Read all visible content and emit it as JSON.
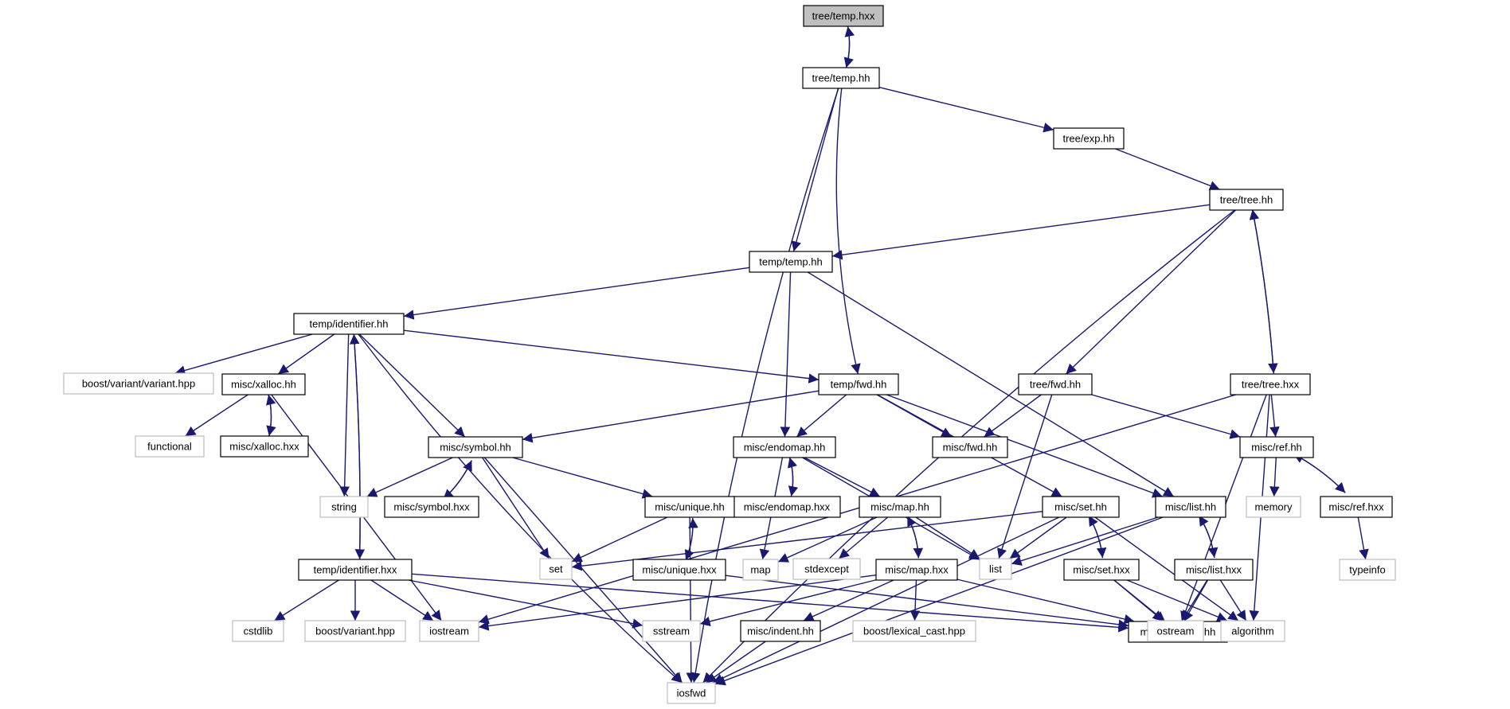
{
  "diagram": {
    "colors": {
      "edge": "#191970",
      "documented_border": "#000000",
      "system_border": "#bfbfbf",
      "root_fill": "#bfbfbf",
      "background": "#ffffff"
    },
    "nodes": [
      {
        "id": "tree_temp_hxx",
        "label": "tree/temp.hxx",
        "kind": "root"
      },
      {
        "id": "tree_temp_hh",
        "label": "tree/temp.hh",
        "kind": "doc"
      },
      {
        "id": "tree_exp_hh",
        "label": "tree/exp.hh",
        "kind": "doc"
      },
      {
        "id": "tree_tree_hh",
        "label": "tree/tree.hh",
        "kind": "doc"
      },
      {
        "id": "temp_temp_hh",
        "label": "temp/temp.hh",
        "kind": "doc"
      },
      {
        "id": "temp_identifier_hh",
        "label": "temp/identifier.hh",
        "kind": "doc"
      },
      {
        "id": "boost_variant_variant_hpp",
        "label": "boost/variant/variant.hpp",
        "kind": "sys"
      },
      {
        "id": "misc_xalloc_hh",
        "label": "misc/xalloc.hh",
        "kind": "doc"
      },
      {
        "id": "temp_fwd_hh",
        "label": "temp/fwd.hh",
        "kind": "doc"
      },
      {
        "id": "tree_fwd_hh",
        "label": "tree/fwd.hh",
        "kind": "doc"
      },
      {
        "id": "tree_tree_hxx",
        "label": "tree/tree.hxx",
        "kind": "doc"
      },
      {
        "id": "functional",
        "label": "functional",
        "kind": "sys"
      },
      {
        "id": "misc_xalloc_hxx",
        "label": "misc/xalloc.hxx",
        "kind": "doc"
      },
      {
        "id": "misc_symbol_hh",
        "label": "misc/symbol.hh",
        "kind": "doc"
      },
      {
        "id": "misc_endomap_hh",
        "label": "misc/endomap.hh",
        "kind": "doc"
      },
      {
        "id": "misc_fwd_hh",
        "label": "misc/fwd.hh",
        "kind": "doc"
      },
      {
        "id": "misc_ref_hh",
        "label": "misc/ref.hh",
        "kind": "doc"
      },
      {
        "id": "string",
        "label": "string",
        "kind": "sys"
      },
      {
        "id": "misc_symbol_hxx",
        "label": "misc/symbol.hxx",
        "kind": "doc"
      },
      {
        "id": "misc_endomap_hxx",
        "label": "misc/endomap.hxx",
        "kind": "doc"
      },
      {
        "id": "misc_unique_hh",
        "label": "misc/unique.hh",
        "kind": "doc"
      },
      {
        "id": "misc_map_hh",
        "label": "misc/map.hh",
        "kind": "doc"
      },
      {
        "id": "misc_set_hh",
        "label": "misc/set.hh",
        "kind": "doc"
      },
      {
        "id": "misc_list_hh",
        "label": "misc/list.hh",
        "kind": "doc"
      },
      {
        "id": "memory",
        "label": "memory",
        "kind": "sys"
      },
      {
        "id": "misc_ref_hxx",
        "label": "misc/ref.hxx",
        "kind": "doc"
      },
      {
        "id": "temp_identifier_hxx",
        "label": "temp/identifier.hxx",
        "kind": "doc"
      },
      {
        "id": "set",
        "label": "set",
        "kind": "sys"
      },
      {
        "id": "misc_unique_hxx",
        "label": "misc/unique.hxx",
        "kind": "doc"
      },
      {
        "id": "map",
        "label": "map",
        "kind": "sys"
      },
      {
        "id": "stdexcept",
        "label": "stdexcept",
        "kind": "sys"
      },
      {
        "id": "list",
        "label": "list",
        "kind": "sys"
      },
      {
        "id": "misc_map_hxx",
        "label": "misc/map.hxx",
        "kind": "doc"
      },
      {
        "id": "misc_set_hxx",
        "label": "misc/set.hxx",
        "kind": "doc"
      },
      {
        "id": "misc_list_hxx",
        "label": "misc/list.hxx",
        "kind": "doc"
      },
      {
        "id": "typeinfo",
        "label": "typeinfo",
        "kind": "sys"
      },
      {
        "id": "cstdlib",
        "label": "cstdlib",
        "kind": "sys"
      },
      {
        "id": "boost_variant_hpp",
        "label": "boost/variant.hpp",
        "kind": "sys"
      },
      {
        "id": "iostream",
        "label": "iostream",
        "kind": "sys"
      },
      {
        "id": "sstream",
        "label": "sstream",
        "kind": "sys"
      },
      {
        "id": "misc_indent_hh",
        "label": "misc/indent.hh",
        "kind": "doc"
      },
      {
        "id": "boost_lexical_cast_hpp",
        "label": "boost/lexical_cast.hpp",
        "kind": "sys"
      },
      {
        "id": "misc_contract_hh",
        "label": "misc/contract.hh",
        "kind": "doc"
      },
      {
        "id": "ostream",
        "label": "ostream",
        "kind": "sys"
      },
      {
        "id": "algorithm",
        "label": "algorithm",
        "kind": "sys"
      },
      {
        "id": "iosfwd",
        "label": "iosfwd",
        "kind": "sys"
      }
    ],
    "edges": [
      [
        "tree_temp_hxx",
        "tree_temp_hh"
      ],
      [
        "tree_temp_hh",
        "tree_temp_hxx"
      ],
      [
        "tree_temp_hh",
        "iosfwd"
      ],
      [
        "tree_temp_hh",
        "tree_exp_hh"
      ],
      [
        "tree_temp_hh",
        "temp_temp_hh"
      ],
      [
        "tree_temp_hh",
        "temp_fwd_hh"
      ],
      [
        "tree_exp_hh",
        "tree_tree_hh"
      ],
      [
        "tree_tree_hh",
        "temp_temp_hh"
      ],
      [
        "tree_tree_hh",
        "tree_fwd_hh"
      ],
      [
        "tree_tree_hh",
        "tree_tree_hxx"
      ],
      [
        "tree_tree_hh",
        "iosfwd"
      ],
      [
        "tree_tree_hxx",
        "tree_tree_hh"
      ],
      [
        "tree_tree_hxx",
        "iostream"
      ],
      [
        "tree_tree_hxx",
        "misc_ref_hh"
      ],
      [
        "tree_tree_hxx",
        "misc_contract_hh"
      ],
      [
        "tree_tree_hxx",
        "algorithm"
      ],
      [
        "temp_temp_hh",
        "temp_identifier_hh"
      ],
      [
        "temp_temp_hh",
        "misc_endomap_hh"
      ],
      [
        "temp_temp_hh",
        "misc_list_hh"
      ],
      [
        "temp_identifier_hh",
        "iosfwd"
      ],
      [
        "temp_identifier_hh",
        "boost_variant_variant_hpp"
      ],
      [
        "temp_identifier_hh",
        "misc_xalloc_hh"
      ],
      [
        "temp_identifier_hh",
        "string"
      ],
      [
        "temp_identifier_hh",
        "misc_symbol_hh"
      ],
      [
        "temp_identifier_hh",
        "temp_fwd_hh"
      ],
      [
        "temp_identifier_hh",
        "temp_identifier_hxx"
      ],
      [
        "temp_identifier_hxx",
        "temp_identifier_hh"
      ],
      [
        "temp_identifier_hxx",
        "cstdlib"
      ],
      [
        "temp_identifier_hxx",
        "boost_variant_hpp"
      ],
      [
        "temp_identifier_hxx",
        "iostream"
      ],
      [
        "temp_identifier_hxx",
        "sstream"
      ],
      [
        "temp_identifier_hxx",
        "misc_contract_hh"
      ],
      [
        "misc_xalloc_hh",
        "functional"
      ],
      [
        "misc_xalloc_hh",
        "misc_xalloc_hxx"
      ],
      [
        "misc_xalloc_hh",
        "iostream"
      ],
      [
        "misc_xalloc_hxx",
        "misc_xalloc_hh"
      ],
      [
        "temp_fwd_hh",
        "misc_symbol_hh"
      ],
      [
        "temp_fwd_hh",
        "misc_endomap_hh"
      ],
      [
        "temp_fwd_hh",
        "misc_fwd_hh"
      ],
      [
        "temp_fwd_hh",
        "misc_set_hh"
      ],
      [
        "temp_fwd_hh",
        "misc_list_hh"
      ],
      [
        "tree_fwd_hh",
        "misc_fwd_hh"
      ],
      [
        "tree_fwd_hh",
        "list"
      ],
      [
        "tree_fwd_hh",
        "misc_ref_hh"
      ],
      [
        "misc_symbol_hh",
        "string"
      ],
      [
        "misc_symbol_hh",
        "misc_symbol_hxx"
      ],
      [
        "misc_symbol_hh",
        "misc_unique_hh"
      ],
      [
        "misc_symbol_hh",
        "set"
      ],
      [
        "misc_symbol_hh",
        "iosfwd"
      ],
      [
        "misc_symbol_hxx",
        "misc_symbol_hh"
      ],
      [
        "misc_endomap_hh",
        "misc_endomap_hxx"
      ],
      [
        "misc_endomap_hxx",
        "misc_endomap_hh"
      ],
      [
        "misc_endomap_hh",
        "misc_map_hh"
      ],
      [
        "misc_endomap_hh",
        "list"
      ],
      [
        "misc_endomap_hh",
        "map"
      ],
      [
        "misc_unique_hh",
        "set"
      ],
      [
        "misc_unique_hh",
        "misc_unique_hxx"
      ],
      [
        "misc_unique_hh",
        "iosfwd"
      ],
      [
        "misc_unique_hxx",
        "misc_unique_hh"
      ],
      [
        "misc_unique_hxx",
        "misc_contract_hh"
      ],
      [
        "misc_map_hh",
        "map"
      ],
      [
        "misc_map_hh",
        "stdexcept"
      ],
      [
        "misc_map_hh",
        "misc_map_hxx"
      ],
      [
        "misc_map_hh",
        "list"
      ],
      [
        "misc_map_hxx",
        "misc_map_hh"
      ],
      [
        "misc_map_hxx",
        "iostream"
      ],
      [
        "misc_map_hxx",
        "sstream"
      ],
      [
        "misc_map_hxx",
        "misc_indent_hh"
      ],
      [
        "misc_map_hxx",
        "boost_lexical_cast_hpp"
      ],
      [
        "misc_map_hxx",
        "misc_contract_hh"
      ],
      [
        "misc_set_hh",
        "set"
      ],
      [
        "misc_set_hh",
        "list"
      ],
      [
        "misc_set_hh",
        "misc_set_hxx"
      ],
      [
        "misc_set_hh",
        "algorithm"
      ],
      [
        "misc_set_hh",
        "iosfwd"
      ],
      [
        "misc_set_hxx",
        "misc_set_hh"
      ],
      [
        "misc_set_hxx",
        "misc_contract_hh"
      ],
      [
        "misc_set_hxx",
        "ostream"
      ],
      [
        "misc_set_hxx",
        "algorithm"
      ],
      [
        "misc_list_hh",
        "list"
      ],
      [
        "misc_list_hh",
        "misc_list_hxx"
      ],
      [
        "misc_list_hh",
        "iosfwd"
      ],
      [
        "misc_list_hxx",
        "misc_list_hh"
      ],
      [
        "misc_list_hxx",
        "misc_contract_hh"
      ],
      [
        "misc_list_hxx",
        "ostream"
      ],
      [
        "misc_list_hxx",
        "algorithm"
      ],
      [
        "misc_ref_hh",
        "memory"
      ],
      [
        "misc_ref_hh",
        "misc_ref_hxx"
      ],
      [
        "misc_ref_hxx",
        "misc_ref_hh"
      ],
      [
        "misc_ref_hxx",
        "typeinfo"
      ],
      [
        "misc_indent_hh",
        "iosfwd"
      ]
    ]
  }
}
